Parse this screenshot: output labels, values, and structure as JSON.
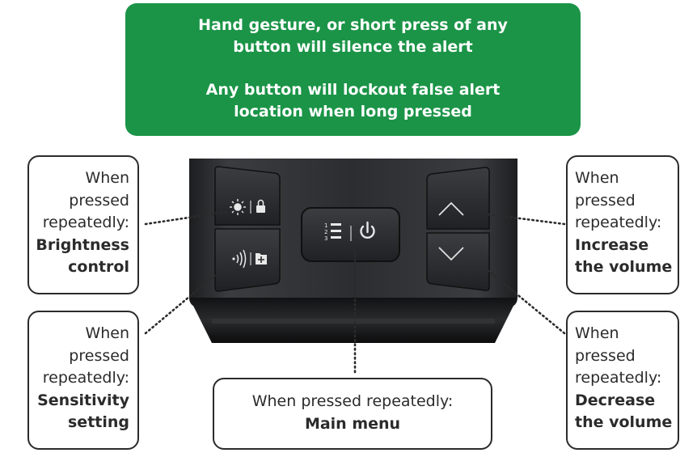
{
  "banner": {
    "line1": "Hand gesture, or short press of any",
    "line2": "button will silence the alert",
    "line3": "Any button will lockout false alert",
    "line4": "location when long pressed",
    "color": "#1b9447"
  },
  "callouts": {
    "brightness": {
      "l1": "When",
      "l2": "pressed",
      "l3": "repeatedly:",
      "b1": "Brightness",
      "b2": "control"
    },
    "sensitivity": {
      "l1": "When",
      "l2": "pressed",
      "l3": "repeatedly:",
      "b1": "Sensitivity",
      "b2": "setting"
    },
    "increase": {
      "l1": "When",
      "l2": "pressed",
      "l3": "repeatedly:",
      "b1": "Increase",
      "b2": "the volume"
    },
    "decrease": {
      "l1": "When",
      "l2": "pressed",
      "l3": "repeatedly:",
      "b1": "Decrease",
      "b2": "the volume"
    },
    "menu": {
      "l1": "When pressed repeatedly:",
      "b1": "Main menu"
    }
  },
  "icons": {
    "brightness": "sun-icon",
    "lock": "lock-icon",
    "sensitivity": "signal-waves-icon",
    "lockout": "folder-plus-icon",
    "menu": "numbered-list-icon",
    "power": "power-icon",
    "up": "chevron-up-icon",
    "down": "chevron-down-icon"
  }
}
